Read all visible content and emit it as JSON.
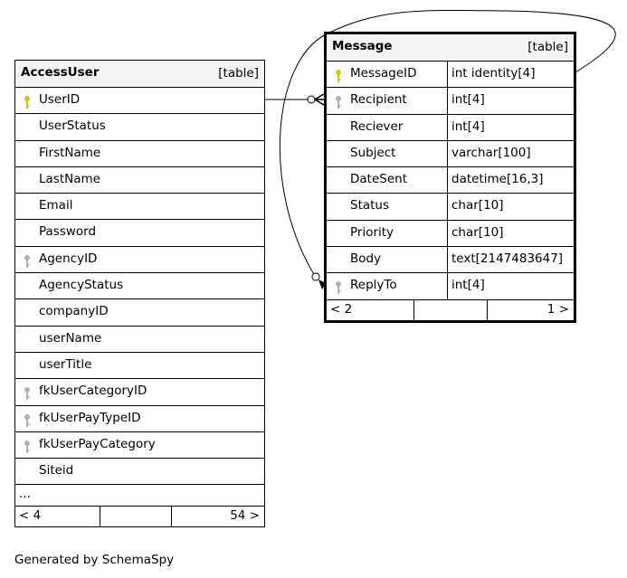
{
  "tables": [
    {
      "name": "AccessUser",
      "type": "[table]",
      "columns": [
        {
          "name": "UserID",
          "key": "primary"
        },
        {
          "name": "UserStatus"
        },
        {
          "name": "FirstName"
        },
        {
          "name": "LastName"
        },
        {
          "name": "Email"
        },
        {
          "name": "Password"
        },
        {
          "name": "AgencyID",
          "key": "foreign"
        },
        {
          "name": "AgencyStatus"
        },
        {
          "name": "companyID"
        },
        {
          "name": "userName"
        },
        {
          "name": "userTitle"
        },
        {
          "name": "fkUserCategoryID",
          "key": "foreign"
        },
        {
          "name": "fkUserPayTypeID",
          "key": "foreign"
        },
        {
          "name": "fkUserPayCategory",
          "key": "foreign"
        },
        {
          "name": "Siteid"
        }
      ],
      "ellipsis": "...",
      "parents": "< 4",
      "children": "54 >"
    },
    {
      "name": "Message",
      "type": "[table]",
      "columns": [
        {
          "name": "MessageID",
          "dtype": "int identity[4]",
          "key": "primary"
        },
        {
          "name": "Recipient",
          "dtype": "int[4]",
          "key": "foreign"
        },
        {
          "name": "Reciever",
          "dtype": "int[4]"
        },
        {
          "name": "Subject",
          "dtype": "varchar[100]"
        },
        {
          "name": "DateSent",
          "dtype": "datetime[16,3]"
        },
        {
          "name": "Status",
          "dtype": "char[10]"
        },
        {
          "name": "Priority",
          "dtype": "char[10]"
        },
        {
          "name": "Body",
          "dtype": "text[2147483647]"
        },
        {
          "name": "ReplyTo",
          "dtype": "int[4]",
          "key": "foreign"
        }
      ],
      "parents": "< 2",
      "children": "1 >"
    }
  ],
  "key_colors": {
    "primary": "#d4c800",
    "foreign": "#b0b0b0"
  },
  "footer": "Generated by SchemaSpy"
}
